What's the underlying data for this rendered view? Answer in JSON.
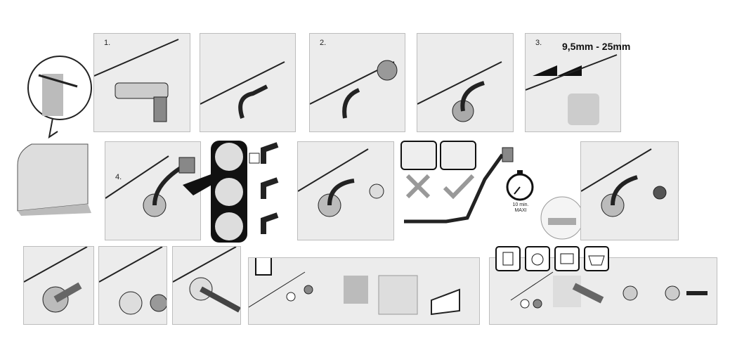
{
  "steps": {
    "s1": "1.",
    "s2": "2.",
    "s3": "3.",
    "s4": "4."
  },
  "wall_thickness": "9,5mm - 25mm",
  "flush_time": {
    "line1": "10 min.",
    "line2": "MAXI"
  },
  "colors": {
    "panel": "#ececec",
    "line": "#222222",
    "check": "#9a9a9a"
  }
}
